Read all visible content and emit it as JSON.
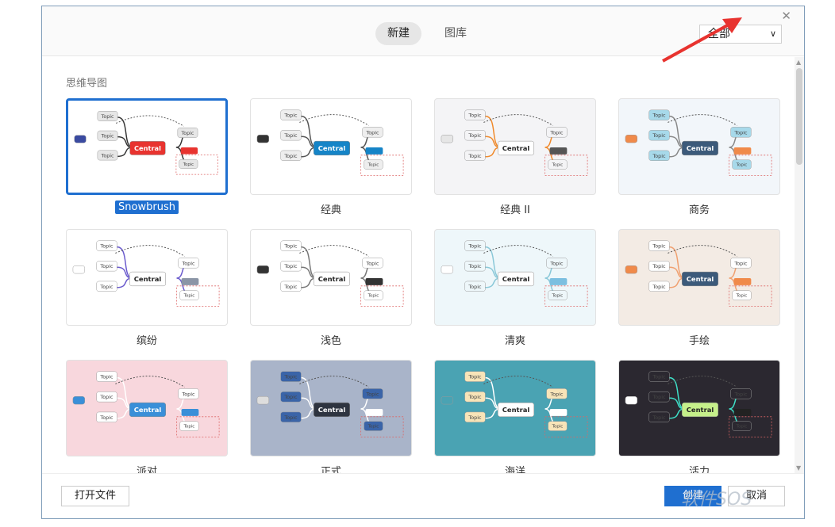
{
  "header": {
    "tabs": [
      {
        "label": "新建",
        "active": true
      },
      {
        "label": "图库",
        "active": false
      }
    ],
    "filter_value": "全部",
    "close_icon": "close-icon"
  },
  "section": {
    "title": "思维导图"
  },
  "templates": [
    {
      "label": "Snowbrush",
      "selected": true,
      "bg": "#ffffff",
      "central": "#e8332f",
      "topicFill": "#e6e6e6",
      "line": "#333333",
      "accent": "#e8332f",
      "text": "#ffffff",
      "pill": "#3a4aa0"
    },
    {
      "label": "经典",
      "bg": "#ffffff",
      "central": "#1584c7",
      "topicFill": "#eeeeee",
      "line": "#555555",
      "accent": "#1584c7",
      "text": "#ffffff",
      "pill": "#333333"
    },
    {
      "label": "经典 II",
      "bg": "#f4f4f6",
      "central": "#ffffff",
      "topicFill": "#f4f4f6",
      "line": "#f08a2b",
      "accent": "#555555",
      "text": "#222222",
      "pill": "#e6e6e6"
    },
    {
      "label": "商务",
      "bg": "#f2f6fa",
      "central": "#3c5a7a",
      "topicFill": "#a7d9ea",
      "line": "#888888",
      "accent": "#f08a4a",
      "text": "#ffffff",
      "pill": "#f08a4a"
    },
    {
      "label": "缤纷",
      "bg": "#ffffff",
      "central": "#ffffff",
      "topicFill": "#ffffff",
      "line": "#6a5acd",
      "accent": "#8b95a6",
      "text": "#222222",
      "pill": "#ffffff"
    },
    {
      "label": "浅色",
      "bg": "#ffffff",
      "central": "#ffffff",
      "topicFill": "#ffffff",
      "line": "#777777",
      "accent": "#333333",
      "text": "#222222",
      "pill": "#333333"
    },
    {
      "label": "清爽",
      "bg": "#eef7fa",
      "central": "#ffffff",
      "topicFill": "#eef7fa",
      "line": "#8ac8d8",
      "accent": "#7bbfe0",
      "text": "#222222",
      "pill": "#ffffff"
    },
    {
      "label": "手绘",
      "bg": "#f3ebe4",
      "central": "#3c5a7a",
      "topicFill": "#ffffff",
      "line": "#f0a070",
      "accent": "#f08a4a",
      "text": "#ffffff",
      "pill": "#f08a4a"
    },
    {
      "label": "派对",
      "bg": "#f8d7dd",
      "central": "#3a8fd8",
      "topicFill": "#ffffff",
      "line": "#ffffff",
      "accent": "#3a8fd8",
      "text": "#ffffff",
      "pill": "#3a8fd8"
    },
    {
      "label": "正式",
      "bg": "#a9b4c9",
      "central": "#2e3440",
      "topicFill": "#3a64a8",
      "line": "#ffffff",
      "accent": "#ffffff",
      "text": "#ffffff",
      "pill": "#dddddd"
    },
    {
      "label": "海洋",
      "bg": "#4aa3b3",
      "central": "#ffffff",
      "topicFill": "#f8e4b8",
      "line": "#ffffff",
      "accent": "#ffffff",
      "text": "#222222",
      "pill": "#4aa3b3"
    },
    {
      "label": "活力",
      "bg": "#2b2830",
      "central": "#c6f08a",
      "topicFill": "#2b2830",
      "line": "#3ee0c8",
      "accent": "#222222",
      "text": "#222222",
      "pill": "#ffffff"
    }
  ],
  "node_text": {
    "central": "Central",
    "topic": "Topic"
  },
  "footer": {
    "open_file": "打开文件",
    "create": "创建",
    "cancel": "取消"
  },
  "watermark": "软件SOS"
}
